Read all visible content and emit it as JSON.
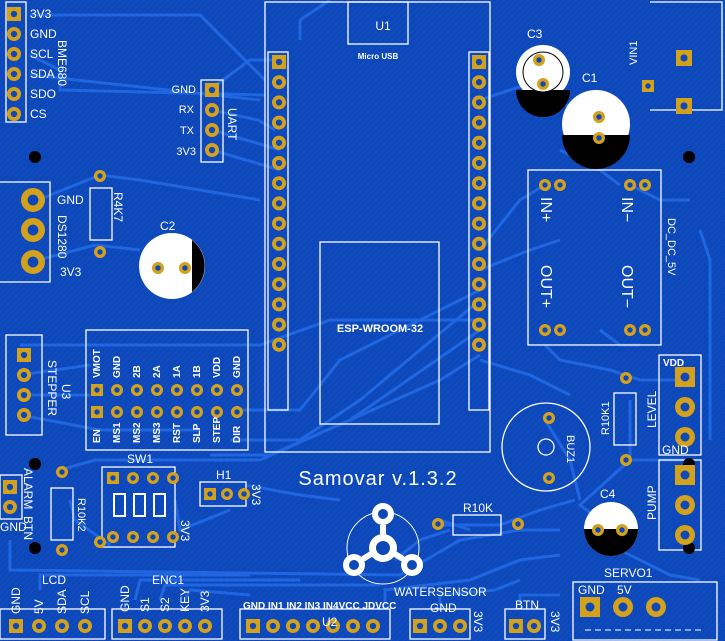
{
  "board": {
    "title": "Samovar v.1.3.2",
    "colors": {
      "board": "#0d47b8",
      "trace": "#1f66e0",
      "pad": "#d4a11c",
      "silk": "#ffffff"
    }
  },
  "u1": {
    "ref": "U1",
    "usb": "Micro USB",
    "module": "ESP-WROOM-32"
  },
  "bme680": {
    "name": "BME680",
    "pins": [
      "3V3",
      "GND",
      "SCL",
      "SDA",
      "SDO",
      "CS"
    ]
  },
  "uart": {
    "name": "UART",
    "pins": [
      "GND",
      "RX",
      "TX",
      "3V3"
    ]
  },
  "ds18b20": {
    "name": "DS1280",
    "pins": [
      "GND",
      "3V3"
    ]
  },
  "r4k7": {
    "name": "R4K7"
  },
  "c1": {
    "name": "C1"
  },
  "c2": {
    "name": "C2"
  },
  "c3": {
    "name": "C3"
  },
  "c4": {
    "name": "C4"
  },
  "vin": {
    "name": "VIN1"
  },
  "dcdc": {
    "name": "DC_DC_5V",
    "in_plus": "IN+",
    "in_minus": "IN−",
    "out_plus": "OUT+",
    "out_minus": "OUT−"
  },
  "stepper_conn": {
    "name": "STEPPER",
    "ref": "U3"
  },
  "driver": {
    "top": [
      "VMOT",
      "GND",
      "2B",
      "2A",
      "1A",
      "1B",
      "VDD",
      "GND"
    ],
    "bottom": [
      "EN",
      "MS1",
      "MS2",
      "MS3",
      "RST",
      "SLP",
      "STEP",
      "DIR"
    ]
  },
  "level": {
    "name": "LEVEL",
    "vdd": "VDD",
    "gnd": "GND"
  },
  "r10k1": {
    "name": "R10K1"
  },
  "buz": {
    "name": "BUZ1"
  },
  "pump": {
    "name": "PUMP"
  },
  "alarm": {
    "name": "ALARM_BTN",
    "gnd": "GND"
  },
  "r10k2": {
    "name": "R10K2"
  },
  "sw1": {
    "name": "SW1",
    "v": "3V3"
  },
  "h1": {
    "name": "H1",
    "v": "3V3"
  },
  "r10k": {
    "name": "R10K"
  },
  "lcd": {
    "name": "LCD",
    "pins": [
      "GND",
      "5V",
      "SDA",
      "SCL"
    ]
  },
  "enc1": {
    "name": "ENC1",
    "pins": [
      "GND",
      "S1",
      "S2",
      "KEY",
      "3V3"
    ]
  },
  "u2": {
    "name": "U2",
    "pins": "GND IN1 IN2 IN3 IN4VCC JDVCC"
  },
  "watersensor": {
    "name": "WATERSENSOR",
    "gnd": "GND",
    "v": "3V3"
  },
  "btn": {
    "name": "BTN",
    "v": "3V3"
  },
  "servo": {
    "name": "SERVO1",
    "gnd": "GND",
    "v": "5V"
  }
}
